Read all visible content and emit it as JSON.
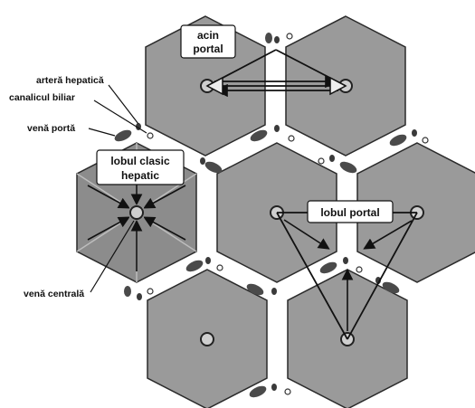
{
  "labels": {
    "artera_hepatica": "arteră hepatică",
    "canalicul_biliar": "canalicul biliar",
    "vena_porta": "venă portă",
    "vena_centrala": "venă centrală",
    "acin_line1": "acin",
    "acin_line2": "portal",
    "lobul_clasic_line1": "lobul clasic",
    "lobul_clasic_line2": "hepatic",
    "lobul_portal": "lobul portal"
  },
  "colors": {
    "lobule_fill": "#9a9a9a",
    "lobule_stroke": "#2a2a2a",
    "sinus_fill": "#ffffff",
    "portal_vein": "#4a4a4a",
    "artery": "#3a3a3a",
    "label_box": "#ffffff"
  }
}
